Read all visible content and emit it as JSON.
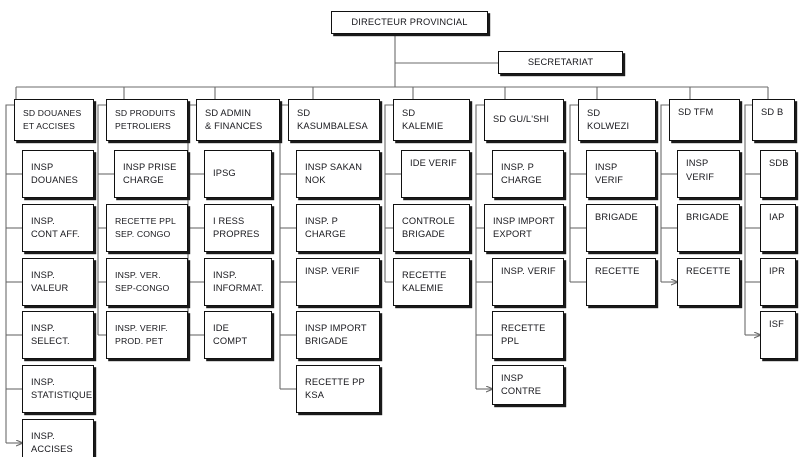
{
  "document": {
    "type": "organizational-chart",
    "language": "fr",
    "background_color": "#ffffff",
    "line_color": "#6b6b6b",
    "box_border_color": "#111111",
    "text_color": "#17171c"
  },
  "root": {
    "label": "DIRECTEUR PROVINCIAL"
  },
  "staff": {
    "label": "SECRETARIAT"
  },
  "columns": [
    {
      "id": "col-douanes",
      "head": {
        "label": "SD DOUANES\nET ACCISES"
      },
      "children": [
        {
          "label": "INSP\nDOUANES"
        },
        {
          "label": "INSP.\nCONT AFF."
        },
        {
          "label": "INSP.\nVALEUR"
        },
        {
          "label": "INSP.\nSELECT."
        },
        {
          "label": "INSP.\nSTATISTIQUE"
        },
        {
          "label": "INSP.\nACCISES"
        }
      ]
    },
    {
      "id": "col-produits-petroliers",
      "head": {
        "label": "SD PRODUITS\nPETROLIERS"
      },
      "children": [
        {
          "label": "INSP PRISE\nCHARGE"
        },
        {
          "label": "RECETTE PPL\nSEP. CONGO"
        },
        {
          "label": "INSP.  VER.\nSEP-CONGO"
        },
        {
          "label": "INSP.  VERIF.\nPROD. PET"
        }
      ]
    },
    {
      "id": "col-admin-finances",
      "head": {
        "label": "SD ADMIN\n& FINANCES"
      },
      "children": [
        {
          "label": "IPSG"
        },
        {
          "label": "I RESS\nPROPRES"
        },
        {
          "label": "INSP.\nINFORMAT."
        },
        {
          "label": "IDE COMPT"
        }
      ]
    },
    {
      "id": "col-kasumbalesa",
      "head": {
        "label": "SD\nKASUMBALESA"
      },
      "children": [
        {
          "label": "INSP SAKAN\nNOK"
        },
        {
          "label": "INSP. P\nCHARGE"
        },
        {
          "label": "INSP.  VERIF"
        },
        {
          "label": "INSP IMPORT\nBRIGADE"
        },
        {
          "label": "RECETTE PP\nKSA"
        }
      ]
    },
    {
      "id": "col-kalemie",
      "head": {
        "label": "SD\nKALEMIE"
      },
      "children": [
        {
          "label": "IDE VERIF"
        },
        {
          "label": "CONTROLE\nBRIGADE"
        },
        {
          "label": "RECETTE\nKALEMIE"
        }
      ]
    },
    {
      "id": "col-gu-lshi",
      "head": {
        "label": "SD GU/L'SHI"
      },
      "children": [
        {
          "label": "INSP. P\nCHARGE"
        },
        {
          "label": "INSP IMPORT\nEXPORT"
        },
        {
          "label": "INSP. VERIF"
        },
        {
          "label": "RECETTE\nPPL"
        },
        {
          "label": "INSP\nCONTRE"
        }
      ]
    },
    {
      "id": "col-kolwezi",
      "head": {
        "label": "SD\nKOLWEZI"
      },
      "children": [
        {
          "label": "INSP\nVERIF"
        },
        {
          "label": "BRIGADE"
        },
        {
          "label": "RECETTE"
        }
      ]
    },
    {
      "id": "col-tfm",
      "head": {
        "label": "SD TFM"
      },
      "children": [
        {
          "label": "INSP VERIF"
        },
        {
          "label": "BRIGADE"
        },
        {
          "label": "RECETTE"
        }
      ]
    },
    {
      "id": "col-sdb",
      "head": {
        "label": "SD B"
      },
      "children": [
        {
          "label": "SDB"
        },
        {
          "label": "IAP"
        },
        {
          "label": "IPR"
        },
        {
          "label": "ISF"
        }
      ]
    }
  ]
}
